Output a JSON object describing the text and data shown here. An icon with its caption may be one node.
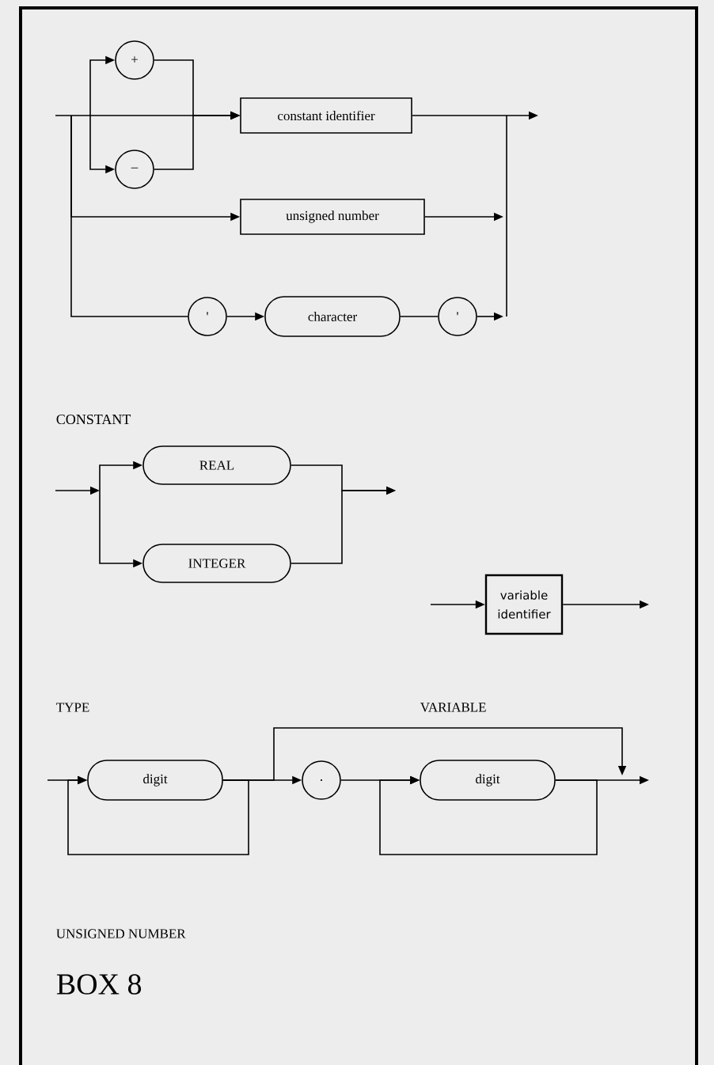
{
  "diagram": {
    "nodes": [
      {
        "text": [
          "+"
        ]
      },
      {
        "text": [
          "–"
        ]
      },
      {
        "text": [
          "constant identifier"
        ]
      },
      {
        "text": [
          "unsigned number"
        ]
      },
      {
        "text": [
          "'"
        ]
      },
      {
        "text": [
          "character"
        ]
      },
      {
        "text": [
          "'"
        ]
      },
      {
        "text": [
          "REAL"
        ]
      },
      {
        "text": [
          "INTEGER"
        ]
      },
      {
        "text": [
          "variable identifier"
        ]
      },
      {
        "text": [
          "digit"
        ]
      },
      {
        "text": [
          "."
        ]
      },
      {
        "text": [
          "digit"
        ]
      }
    ],
    "edges": [
      {
        "from": null,
        "to": 2,
        "arrow": "to"
      },
      {
        "from": null,
        "to": 0,
        "arrow": "to"
      },
      {
        "from": null,
        "to": 1,
        "arrow": "to"
      },
      {
        "from": 0,
        "to": 2,
        "arrow": "to"
      },
      {
        "from": 1,
        "to": 2,
        "arrow": "to"
      },
      {
        "from": null,
        "to": 3,
        "arrow": "to"
      },
      {
        "from": null,
        "to": 4,
        "arrow": "none"
      },
      {
        "from": 4,
        "to": 5,
        "arrow": "to"
      },
      {
        "from": 5,
        "to": 6,
        "arrow": "none"
      },
      {
        "from": 2,
        "to": null,
        "arrow": "to"
      },
      {
        "from": 3,
        "to": null,
        "arrow": "to"
      },
      {
        "from": 6,
        "to": null,
        "arrow": "to"
      },
      {
        "from": null,
        "to": 7,
        "arrow": "to"
      },
      {
        "from": null,
        "to": 8,
        "arrow": "to"
      },
      {
        "from": 7,
        "to": null,
        "arrow": "to"
      },
      {
        "from": 8,
        "to": null,
        "arrow": "to"
      },
      {
        "from": null,
        "to": 9,
        "arrow": "to"
      },
      {
        "from": 9,
        "to": null,
        "arrow": "to"
      },
      {
        "from": null,
        "to": 10,
        "arrow": "to"
      },
      {
        "from": 10,
        "to": 10,
        "arrow": "to"
      },
      {
        "from": 10,
        "to": 11,
        "arrow": "to"
      },
      {
        "from": 10,
        "to": null,
        "arrow": "to"
      },
      {
        "from": 11,
        "to": 12,
        "arrow": "to"
      },
      {
        "from": 12,
        "to": 12,
        "arrow": "to"
      },
      {
        "from": 12,
        "to": null,
        "arrow": "to"
      }
    ],
    "labels": [
      "CONSTANT",
      "TYPE",
      "VARIABLE",
      "UNSIGNED NUMBER",
      "BOX 8"
    ]
  }
}
